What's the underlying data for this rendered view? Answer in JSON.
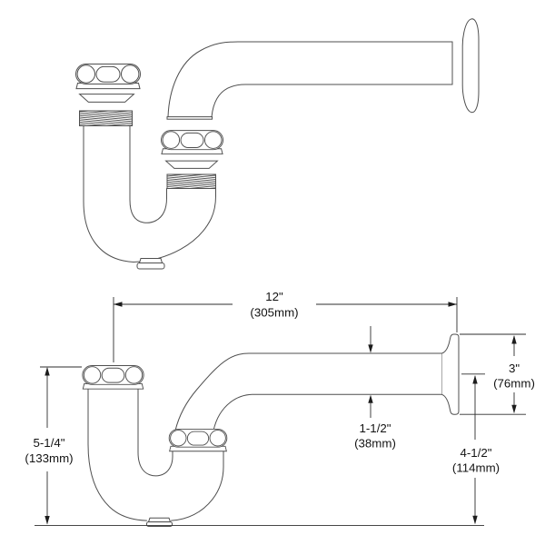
{
  "diagram": {
    "subject": "P-trap drain assembly technical drawing",
    "views": {
      "exploded": "exploded-parts-view",
      "dimensioned": "assembled-dimensioned-view"
    },
    "dimensions": {
      "overall_length": {
        "imperial": "12\"",
        "metric": "(305mm)"
      },
      "flange_height": {
        "imperial": "3\"",
        "metric": "(76mm)"
      },
      "pipe_diameter": {
        "imperial": "1-1/2\"",
        "metric": "(38mm)"
      },
      "trap_depth": {
        "imperial": "5-1/4\"",
        "metric": "(133mm)"
      },
      "outlet_height": {
        "imperial": "4-1/2\"",
        "metric": "(114mm)"
      }
    },
    "colors": {
      "background": "#ffffff",
      "line": "#4f4f4f",
      "dimension_line": "#2e2e2e",
      "text": "#131313"
    }
  }
}
